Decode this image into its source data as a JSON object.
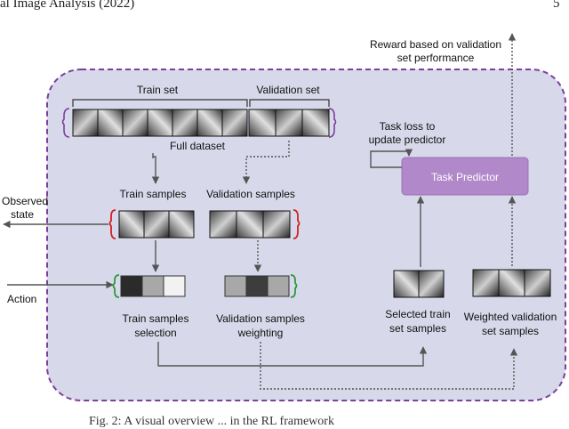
{
  "header": {
    "left_fragment": "al Image Analysis (2022)",
    "page_number": "5"
  },
  "caption": "Fig. 2: A visual overview ... in the RL framework",
  "diagram": {
    "train_set": "Train set",
    "validation_set": "Validation set",
    "full_dataset": "Full dataset",
    "train_samples": "Train samples",
    "validation_samples": "Validation samples",
    "observed_state": [
      "Observed",
      "state"
    ],
    "action": "Action",
    "train_samples_selection": [
      "Train samples",
      "selection"
    ],
    "validation_samples_weighting": [
      "Validation samples",
      "weighting"
    ],
    "task_predictor": "Task Predictor",
    "task_loss": [
      "Task loss to",
      "update predictor"
    ],
    "reward": [
      "Reward based on validation",
      "set performance"
    ],
    "selected_train": [
      "Selected train",
      "set samples"
    ],
    "weighted_validation": [
      "Weighted validation",
      "set samples"
    ]
  },
  "colors": {
    "region_fill": "#d7d9ea",
    "region_border": "#7b3f9e",
    "task_predictor_fill": "#b188c9",
    "state_bracket": "#d32020",
    "action_bracket": "#2e9a3c",
    "dataset_bracket": "#7b3f9e"
  },
  "train_selection_weights": [
    "#2b2b2b",
    "#a8a8a8",
    "#f2f2f2"
  ],
  "validation_weighting_weights": [
    "#a8a8a8",
    "#3d3d3d",
    "#a8a8a8"
  ]
}
